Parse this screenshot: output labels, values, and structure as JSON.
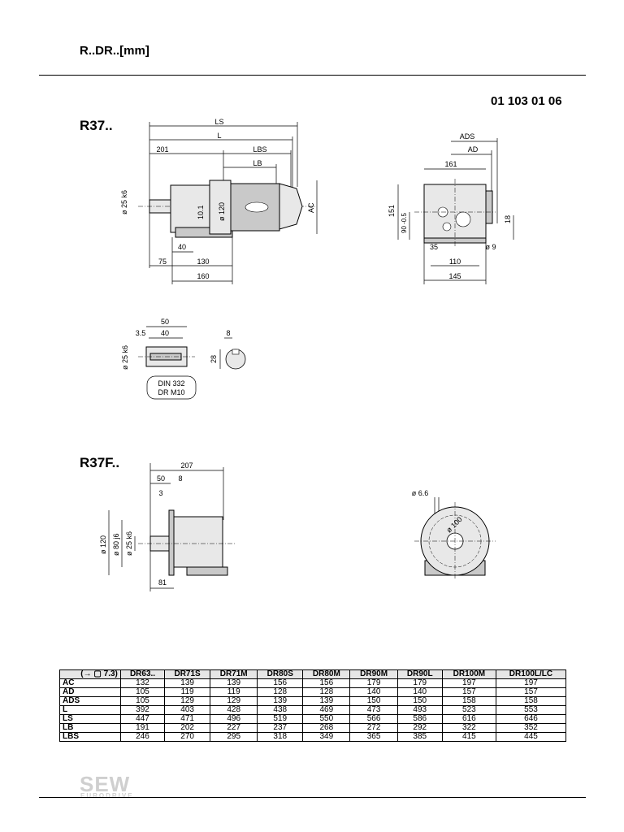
{
  "header": {
    "title": "R..DR..[mm]",
    "doc_number": "01 103 01 06"
  },
  "section_r37": {
    "label": "R37..",
    "side_view": {
      "LS": "LS",
      "L": "L",
      "dim_201": "201",
      "LBS": "LBS",
      "LB": "LB",
      "shaft_dia": "ø 25 k6",
      "dim_10_1": "10.1",
      "dia_120": "ø 120",
      "AC": "AC",
      "dim_40": "40",
      "dim_75": "75",
      "dim_130": "130",
      "dim_160": "160"
    },
    "end_view": {
      "ADS": "ADS",
      "AD": "AD",
      "dim_161": "161",
      "dim_151": "151",
      "dim_90": "90 -0.5",
      "dim_18": "18",
      "dim_35": "35",
      "dim_dia9": "ø 9",
      "dim_110": "110",
      "dim_145": "145"
    },
    "shaft_detail": {
      "dim_50": "50",
      "dim_3_5": "3.5",
      "dim_40": "40",
      "shaft_dia": "ø 25 k6",
      "callout_line1": "DIN 332",
      "callout_line2": "DR M10",
      "dim_8": "8",
      "dim_28": "28"
    }
  },
  "section_r37f": {
    "label": "R37F..",
    "side_view": {
      "dim_207": "207",
      "dim_50": "50",
      "dim_8": "8",
      "dim_3": "3",
      "dia_120": "ø 120",
      "dia_80": "ø 80 j6",
      "shaft_dia": "ø 25 k6",
      "dim_81": "81"
    },
    "flange_view": {
      "dim_dia6_6": "ø 6.6",
      "dia_100": "ø 100"
    }
  },
  "dimension_table": {
    "corner": "(→ ▢ 7.3)",
    "columns": [
      "DR63..",
      "DR71S",
      "DR71M",
      "DR80S",
      "DR80M",
      "DR90M",
      "DR90L",
      "DR100M",
      "DR100L/LC"
    ],
    "rows": [
      {
        "label": "AC",
        "values": [
          "132",
          "139",
          "139",
          "156",
          "156",
          "179",
          "179",
          "197",
          "197"
        ]
      },
      {
        "label": "AD",
        "values": [
          "105",
          "119",
          "119",
          "128",
          "128",
          "140",
          "140",
          "157",
          "157"
        ]
      },
      {
        "label": "ADS",
        "values": [
          "105",
          "129",
          "129",
          "139",
          "139",
          "150",
          "150",
          "158",
          "158"
        ]
      },
      {
        "label": "L",
        "values": [
          "392",
          "403",
          "428",
          "438",
          "469",
          "473",
          "493",
          "523",
          "553"
        ]
      },
      {
        "label": "LS",
        "values": [
          "447",
          "471",
          "496",
          "519",
          "550",
          "566",
          "586",
          "616",
          "646"
        ]
      },
      {
        "label": "LB",
        "values": [
          "191",
          "202",
          "227",
          "237",
          "268",
          "272",
          "292",
          "322",
          "352"
        ]
      },
      {
        "label": "LBS",
        "values": [
          "246",
          "270",
          "295",
          "318",
          "349",
          "365",
          "385",
          "415",
          "445"
        ]
      }
    ]
  },
  "footer": {
    "logo": "SEW",
    "logo_sub": "EURODRIVE"
  }
}
